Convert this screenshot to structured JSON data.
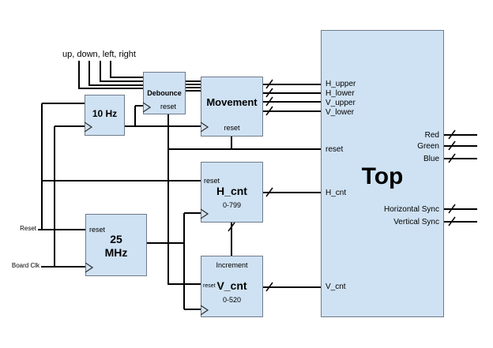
{
  "colors": {
    "block_fill": "#cfe2f3",
    "block_stroke": "#6e7b8a",
    "wire": "#000000"
  },
  "labels": {
    "buttons_input": "up, down, left, right",
    "reset_input": "Reset",
    "board_clk_input": "Board Clk"
  },
  "blocks": {
    "hz10": {
      "title": "10 Hz"
    },
    "debounce": {
      "title": "Debounce",
      "reset_label": "reset"
    },
    "movement": {
      "title": "Movement",
      "reset_label": "reset"
    },
    "mhz25": {
      "title_line1": "25",
      "title_line2": "MHz",
      "reset_label": "reset"
    },
    "h_cnt": {
      "title": "H_cnt",
      "reset_label": "reset",
      "range": "0-799"
    },
    "v_cnt": {
      "title": "V_cnt",
      "reset_label": "reset",
      "range": "0-520",
      "increment_label": "Increment"
    },
    "top": {
      "title": "Top",
      "left_ports": [
        "H_upper",
        "H_lower",
        "V_upper",
        "V_lower",
        "reset",
        "H_cnt",
        "V_cnt"
      ],
      "right_ports": [
        "Red",
        "Green",
        "Blue",
        "Horizontal Sync",
        "Vertical Sync"
      ]
    }
  }
}
